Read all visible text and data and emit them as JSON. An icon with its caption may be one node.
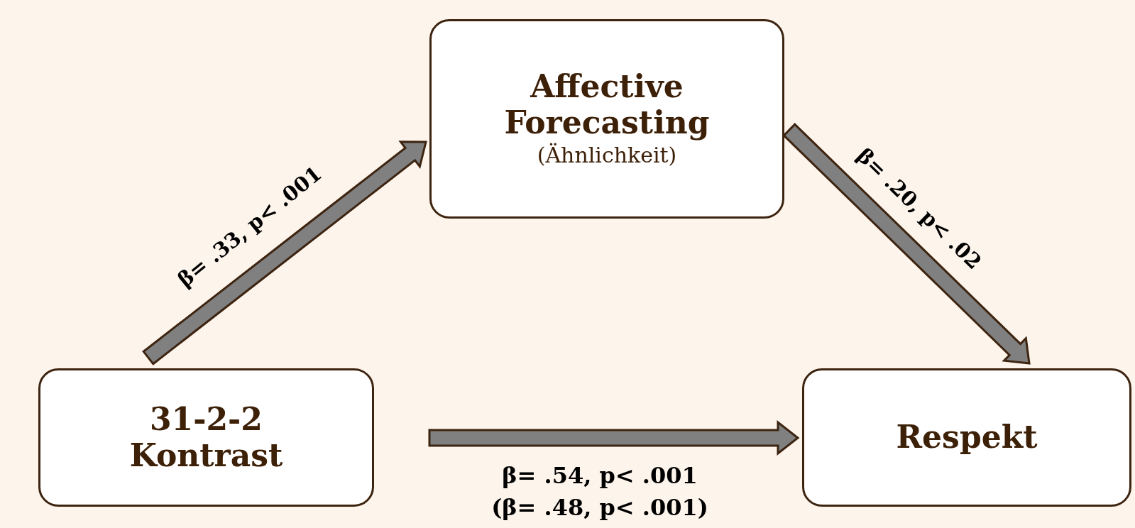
{
  "diagram": {
    "nodes": [
      {
        "text": [
          "Affective Forecasting",
          "(Ähnlichkeit)"
        ]
      },
      {
        "text": [
          "31-2-2 Kontrast"
        ]
      },
      {
        "text": [
          "Respekt"
        ]
      }
    ],
    "edges": [
      {
        "from": 1,
        "to": 0,
        "arrow": "to",
        "label": "β= .33, p< .001"
      },
      {
        "from": 0,
        "to": 2,
        "arrow": "to",
        "label": "β= .20, p< .02"
      },
      {
        "from": 1,
        "to": 2,
        "arrow": "to",
        "label": "β= .54, p< .001 (β= .48, p< .001)"
      }
    ]
  }
}
